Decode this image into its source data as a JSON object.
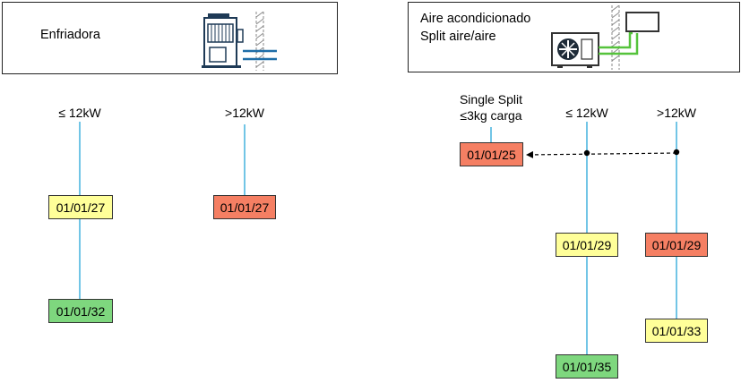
{
  "colors": {
    "yellow": "#ffff99",
    "red": "#f57f63",
    "green": "#7ed77e",
    "connector": "#25a6d9",
    "pipe_blue": "#1f6ea8",
    "pipe_green": "#55c33b"
  },
  "panels": {
    "chiller": {
      "title": "Enfriadora",
      "icon": "chiller-icon"
    },
    "ac": {
      "title_line1": "Aire acondicionado",
      "title_line2": "Split aire/aire",
      "icon": "split-ac-icon"
    }
  },
  "columns": {
    "chiller_small": {
      "label": "≤ 12kW",
      "dates": [
        "01/01/27",
        "01/01/32"
      ],
      "colors": [
        "yellow",
        "green"
      ]
    },
    "chiller_large": {
      "label": ">12kW",
      "dates": [
        "01/01/27"
      ],
      "colors": [
        "red"
      ]
    },
    "single_split": {
      "label_line1": "Single Split",
      "label_line2": "≤3kg carga",
      "dates": [
        "01/01/25"
      ],
      "colors": [
        "red"
      ]
    },
    "split_small": {
      "label": "≤ 12kW",
      "dates": [
        "01/01/29",
        "01/01/35"
      ],
      "colors": [
        "yellow",
        "green"
      ]
    },
    "split_large": {
      "label": ">12kW",
      "dates": [
        "01/01/29",
        "01/01/33"
      ],
      "colors": [
        "red",
        "yellow"
      ]
    }
  }
}
